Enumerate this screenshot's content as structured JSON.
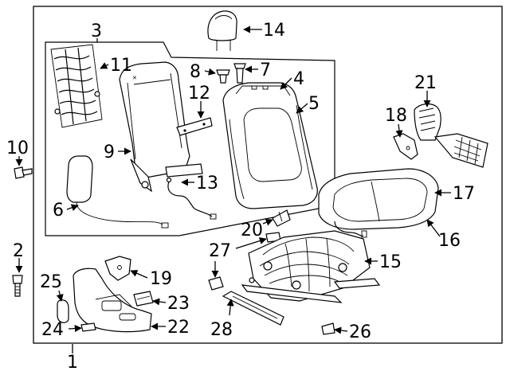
{
  "diagram": {
    "callouts": [
      {
        "id": "c1",
        "text": "1"
      },
      {
        "id": "c2",
        "text": "2"
      },
      {
        "id": "c3",
        "text": "3"
      },
      {
        "id": "c4",
        "text": "4"
      },
      {
        "id": "c5",
        "text": "5"
      },
      {
        "id": "c6",
        "text": "6"
      },
      {
        "id": "c7",
        "text": "7"
      },
      {
        "id": "c8",
        "text": "8"
      },
      {
        "id": "c9",
        "text": "9"
      },
      {
        "id": "c10",
        "text": "10"
      },
      {
        "id": "c11",
        "text": "11"
      },
      {
        "id": "c12",
        "text": "12"
      },
      {
        "id": "c13",
        "text": "13"
      },
      {
        "id": "c14",
        "text": "14"
      },
      {
        "id": "c15",
        "text": "15"
      },
      {
        "id": "c16",
        "text": "16"
      },
      {
        "id": "c17",
        "text": "17"
      },
      {
        "id": "c18",
        "text": "18"
      },
      {
        "id": "c19",
        "text": "19"
      },
      {
        "id": "c20",
        "text": "20"
      },
      {
        "id": "c21",
        "text": "21"
      },
      {
        "id": "c22",
        "text": "22"
      },
      {
        "id": "c23",
        "text": "23"
      },
      {
        "id": "c24",
        "text": "24"
      },
      {
        "id": "c25",
        "text": "25"
      },
      {
        "id": "c26",
        "text": "26"
      },
      {
        "id": "c27",
        "text": "27"
      },
      {
        "id": "c28",
        "text": "28"
      }
    ]
  }
}
